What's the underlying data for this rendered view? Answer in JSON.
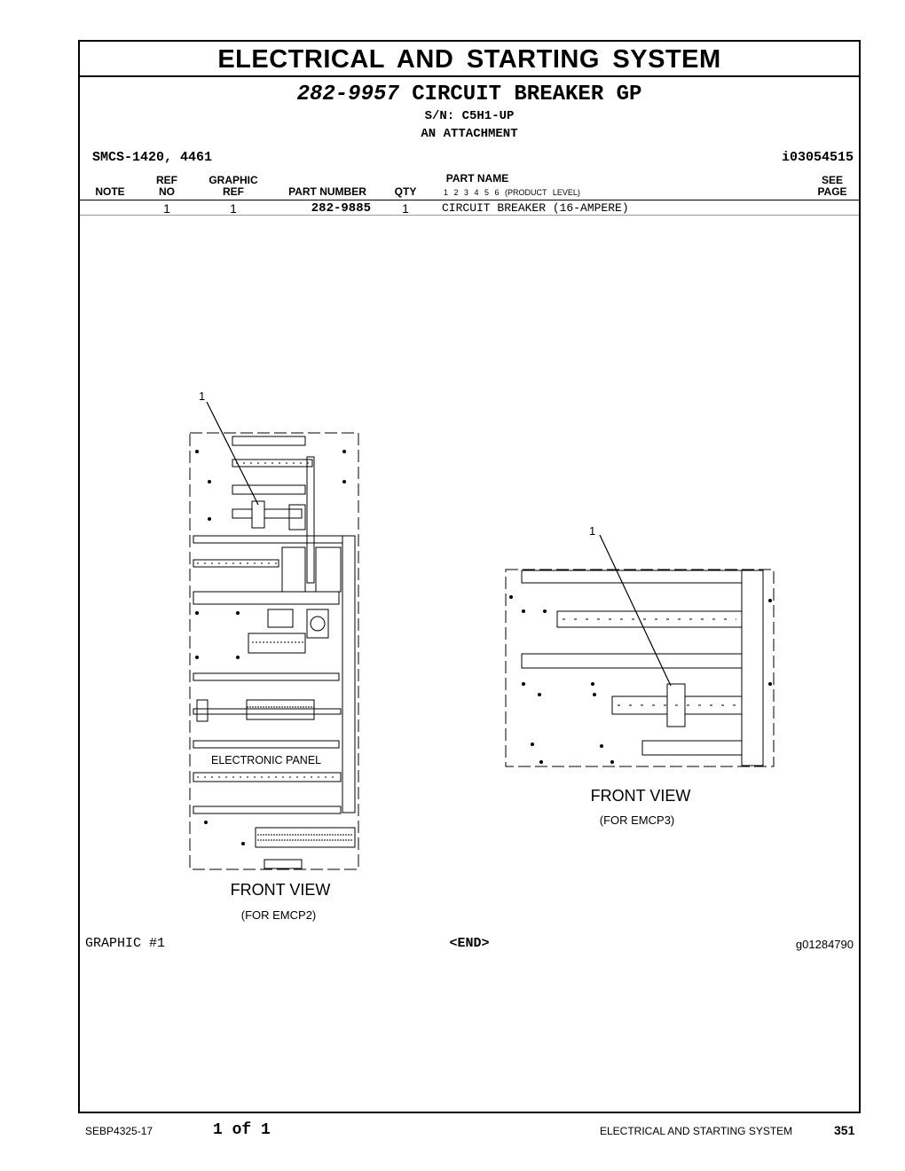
{
  "header": {
    "title": "ELECTRICAL AND STARTING SYSTEM",
    "group_number": "282-9957",
    "group_name": "CIRCUIT BREAKER GP",
    "serial": "S/N: C5H1-UP",
    "attachment": "AN ATTACHMENT",
    "smcs": "SMCS-1420, 4461",
    "info_id": "i03054515"
  },
  "columns": {
    "note": "NOTE",
    "ref_no_1": "REF",
    "ref_no_2": "NO",
    "graphic_ref_1": "GRAPHIC",
    "graphic_ref_2": "REF",
    "part_number": "PART NUMBER",
    "qty": "QTY",
    "part_name": "PART NAME",
    "product_level": "1  2  3  4  5  6  (PRODUCT LEVEL)",
    "see_page_1": "SEE",
    "see_page_2": "PAGE"
  },
  "rows": [
    {
      "note": "",
      "ref_no": "1",
      "graphic_ref": "1",
      "part_number": "282-9885",
      "qty": "1",
      "part_name": "CIRCUIT BREAKER (16-AMPERE)",
      "see_page": ""
    }
  ],
  "drawing": {
    "left_callout": "1",
    "right_callout": "1",
    "panel_label": "ELECTRONIC PANEL",
    "left_view": "FRONT VIEW",
    "left_sub": "(FOR EMCP2)",
    "right_view": "FRONT VIEW",
    "right_sub": "(FOR EMCP3)"
  },
  "graphic_label": "GRAPHIC #1",
  "end_label": "<END>",
  "graphic_id": "g01284790",
  "footer": {
    "doc_number": "SEBP4325-17",
    "page_count": "1 of 1",
    "section": "ELECTRICAL AND STARTING SYSTEM",
    "page_number": "351"
  }
}
